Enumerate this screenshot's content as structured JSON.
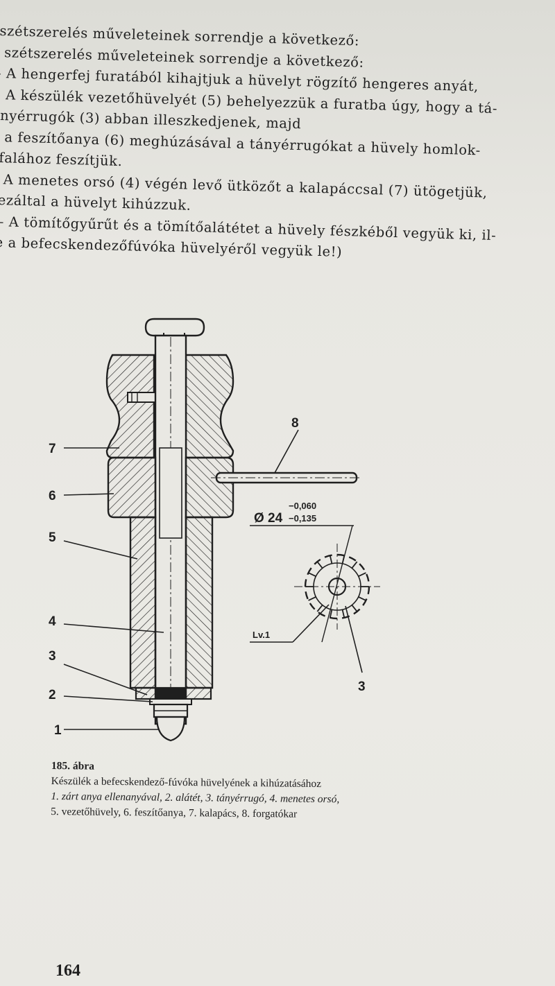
{
  "body_lines": [
    "szétszerelés műveleteinek sorrendje a következő:",
    "A szétszerelés műveleteinek sorrendje a következő:",
    "– A hengerfej furatából kihajtjuk a hüvelyt rögzítő hengeres anyát,",
    "– A készülék vezetőhüvelyét (5) behelyezzük a furatba úgy, hogy a tá-",
    "   nyérrugók (3) abban illeszkedjenek, majd",
    "– a feszítőanya (6) meghúzásával a tányérrugókat a hüvely homlok-",
    "   falához feszítjük.",
    "– A menetes orsó (4) végén levő ütközőt a kalapáccsal (7) ütögetjük,",
    "   ezáltal a hüvelyt kihúzzuk.",
    "— A tömítőgyűrűt és a tömítőalátétet a hüvely fészkéből vegyük ki, il-",
    "ve a befecskendezőfúvóka hüvelyéről vegyük le!)"
  ],
  "figure": {
    "labels": {
      "l7": "7",
      "l6": "6",
      "l5": "5",
      "l4": "4",
      "l3": "3",
      "l2": "2",
      "l1": "1",
      "l8": "8",
      "l3b": "3",
      "lv": "Lv.1",
      "dim_main": "Ø 24",
      "dim_upper": "−0,060",
      "dim_lower": "−0,135"
    }
  },
  "caption": {
    "title": "185. ábra",
    "line1": "Készülék a befecskendező-fúvóka hüvelyének a kihúzatásához",
    "line2": "1. zárt anya ellenanyával, 2. alátét, 3. tányérrugó, 4. menetes orsó,",
    "line3": "5. vezetőhüvely, 6. feszítőanya, 7. kalapács, 8. forgatókar"
  },
  "page_number": "164",
  "colors": {
    "ink": "#1f1f1f",
    "paper": "#e9e8e3"
  }
}
